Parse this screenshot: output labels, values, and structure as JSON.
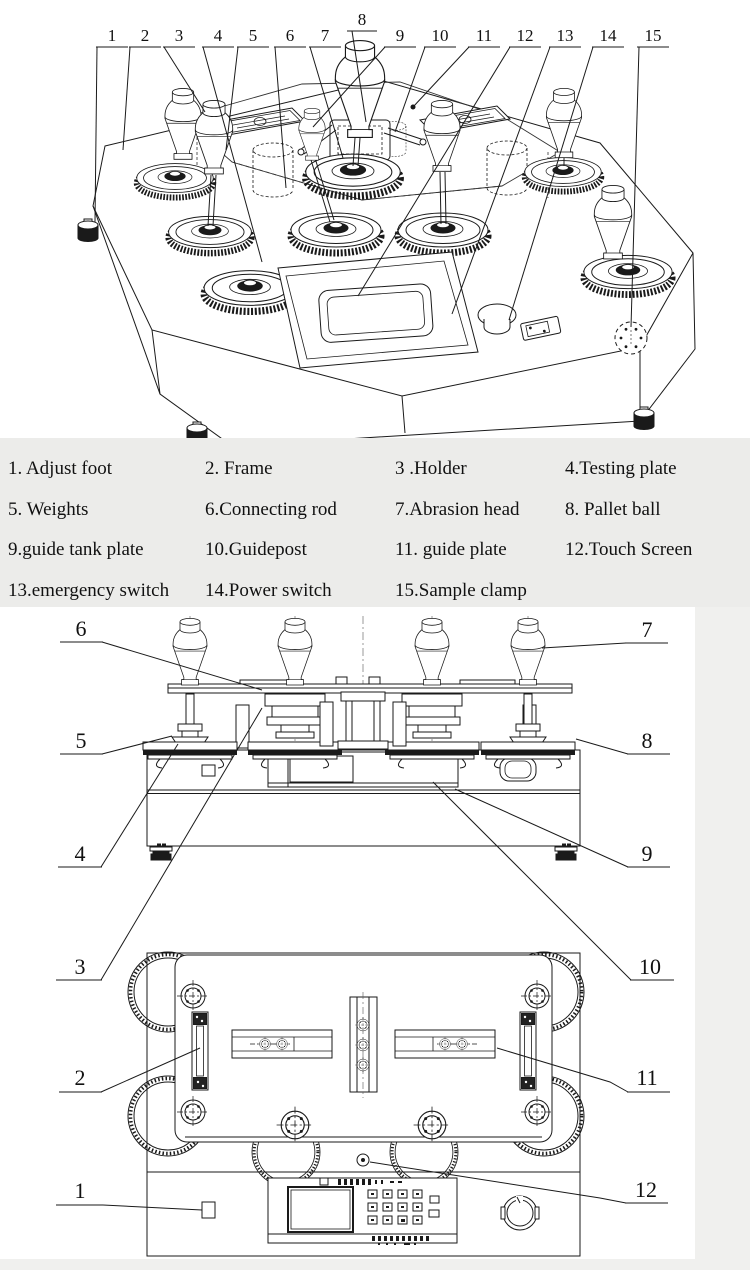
{
  "colors": {
    "background": "#ffffff",
    "legend_band": "#ECECEA",
    "side_strip": "#F0F0EE",
    "line_color": "#1a1a1a"
  },
  "legend": {
    "items": [
      "1. Adjust foot",
      "2. Frame",
      "3 .Holder",
      "4.Testing plate",
      "5. Weights",
      "6.Connecting rod",
      "7.Abrasion head",
      "8. Pallet ball",
      "9.guide tank plate",
      "10.Guidepost",
      "11. guide plate",
      "12.Touch Screen",
      "13.emergency switch",
      "14.Power switch",
      "15.Sample clamp"
    ]
  },
  "callouts": {
    "1": "1",
    "2": "2",
    "3": "3",
    "4": "4",
    "5": "5",
    "6": "6",
    "7": "7",
    "8": "8",
    "9": "9",
    "10": "10",
    "11": "11",
    "12": "12",
    "13": "13",
    "14": "14",
    "15": "15"
  }
}
